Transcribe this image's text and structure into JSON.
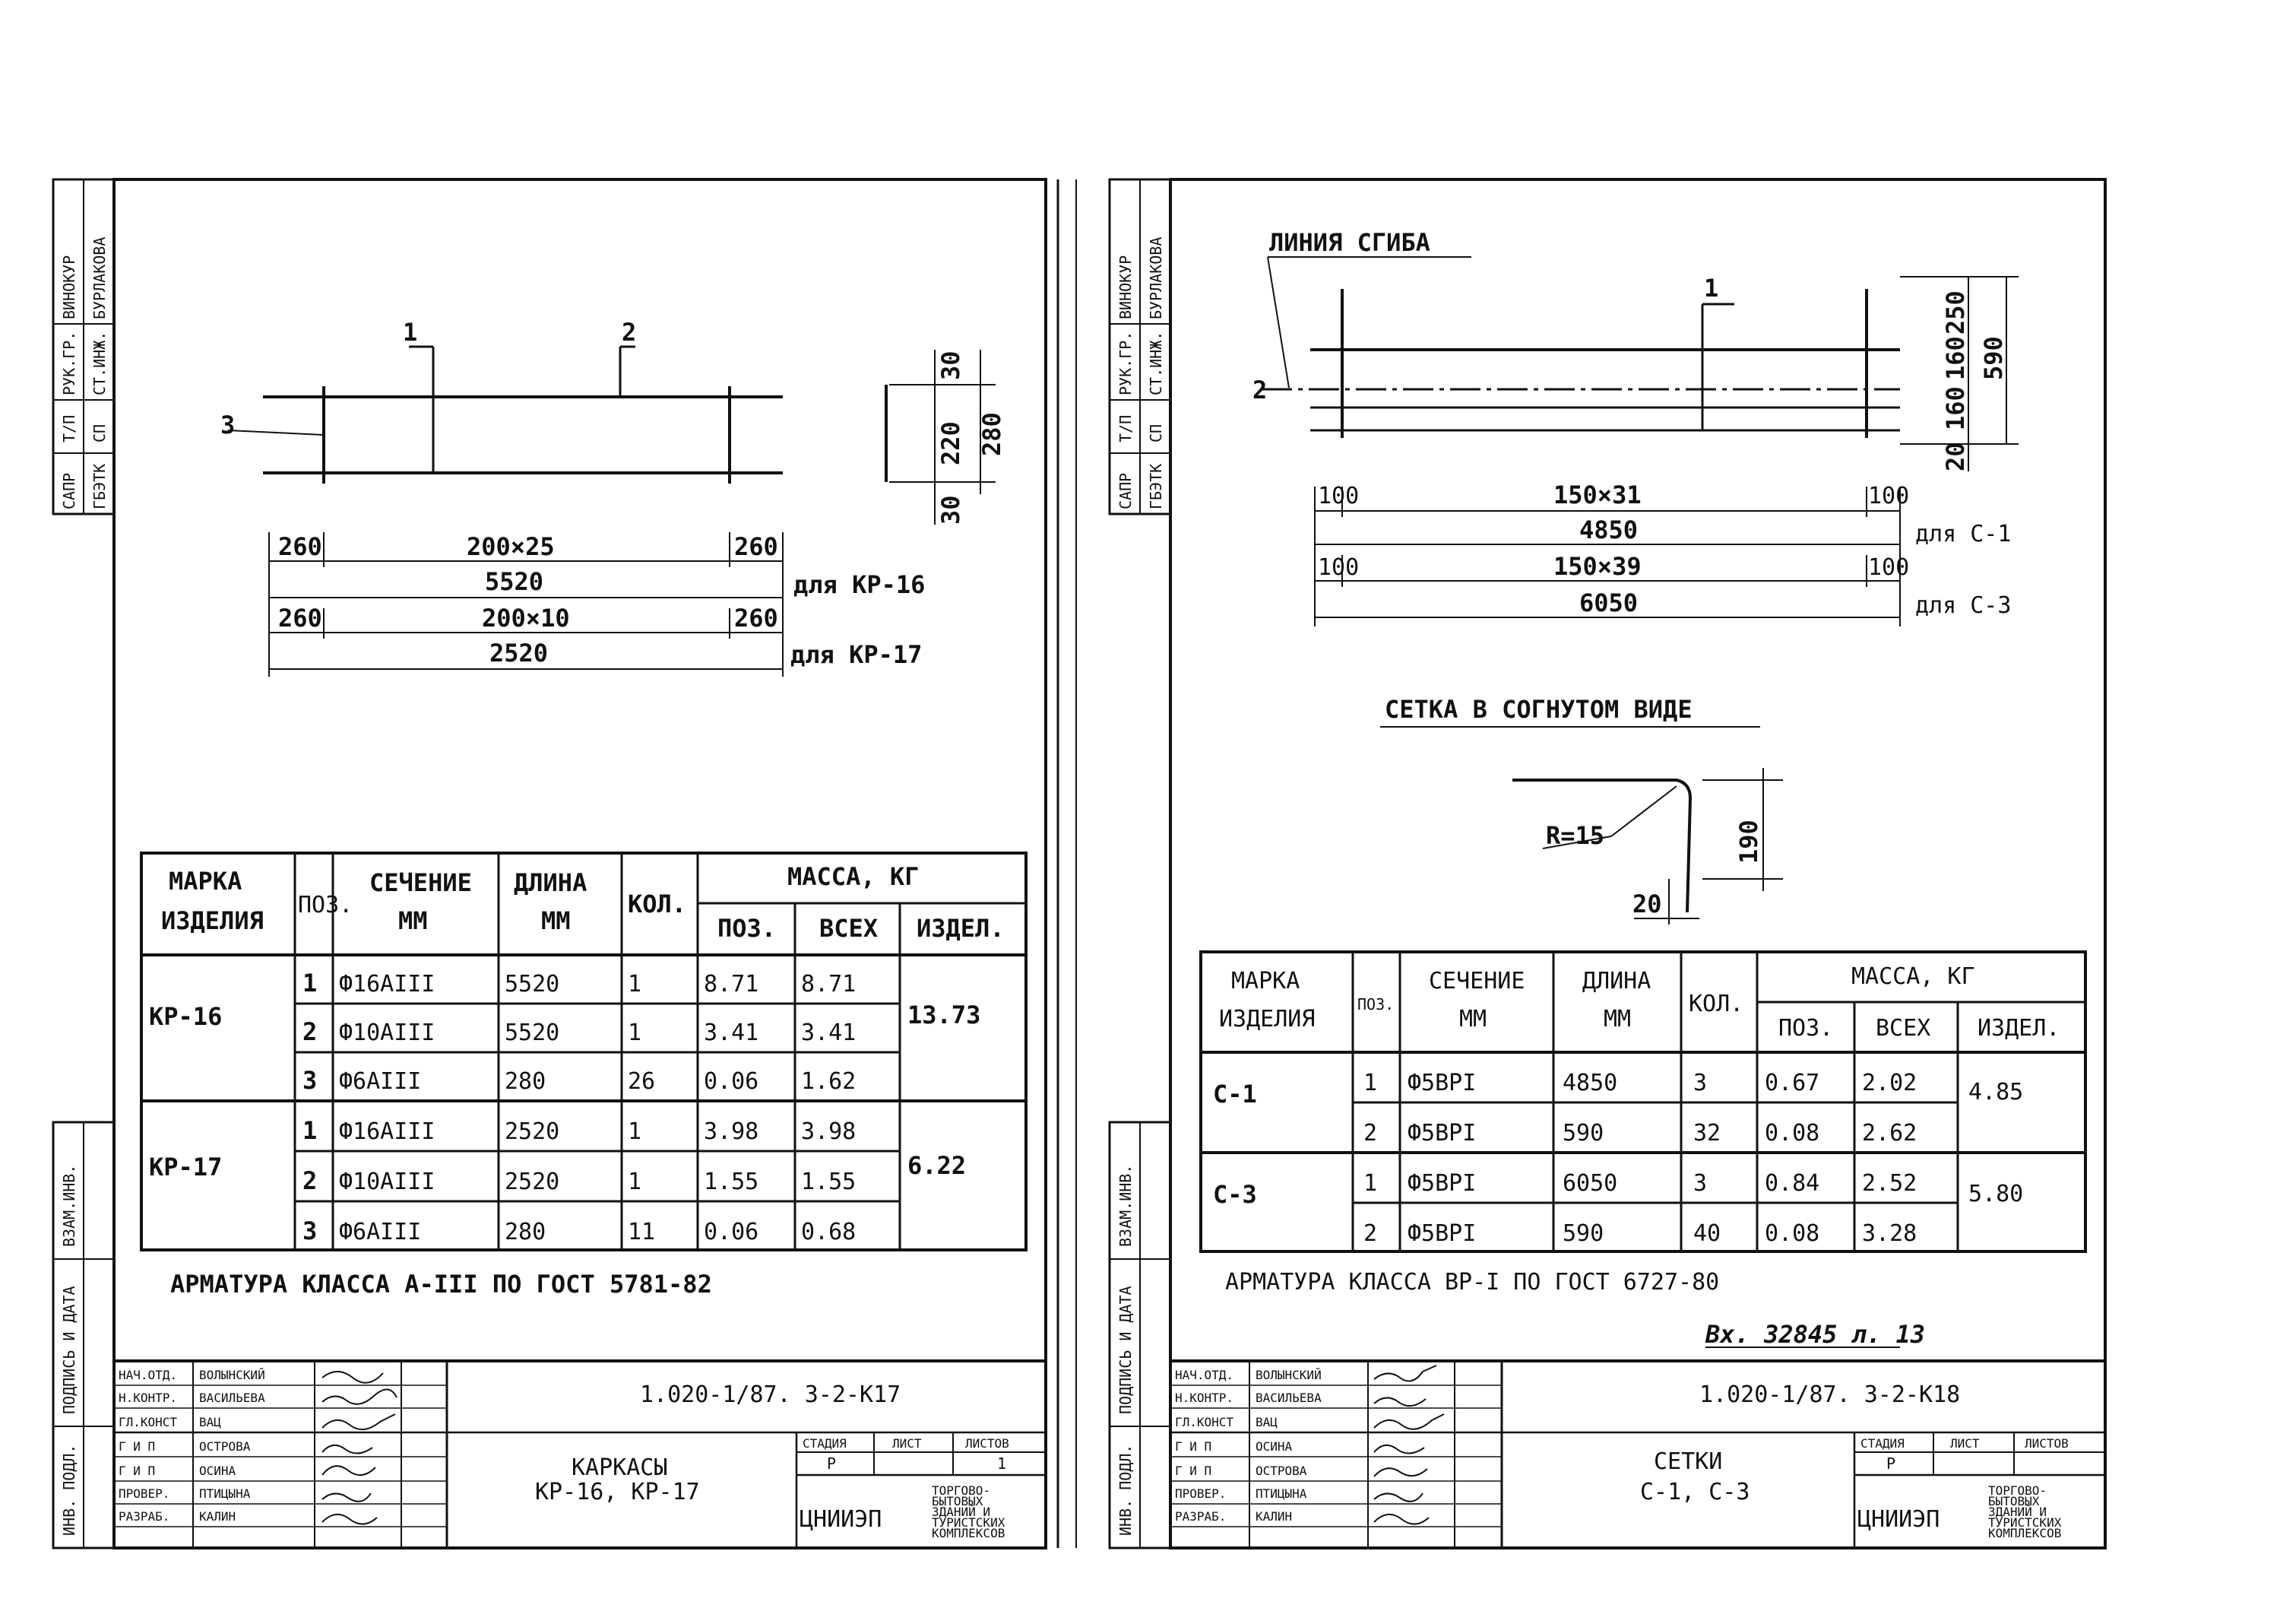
{
  "sheets": [
    {
      "dims": {
        "row1": [
          "260",
          "200×25",
          "260"
        ],
        "total1": "5520",
        "note1": "для КР-16",
        "row2": [
          "260",
          "200×10",
          "260"
        ],
        "total2": "2520",
        "note2": "для КР-17",
        "leaders": [
          "1",
          "2",
          "3"
        ],
        "section_dims": [
          "30",
          "220",
          "30",
          "280"
        ]
      },
      "table": {
        "headers": [
          "МАРКА ИЗДЕЛИЯ",
          "ПОЗ.",
          "СЕЧЕНИЕ ММ",
          "ДЛИНА ММ",
          "КОЛ.",
          "МАССА, КГ",
          "ПОЗ.",
          "ВСЕХ",
          "ИЗДЕЛ."
        ],
        "groups": [
          {
            "mark": "КР-16",
            "total": "13.73",
            "rows": [
              [
                "1",
                "Ф16АIII",
                "5520",
                "1",
                "8.71",
                "8.71"
              ],
              [
                "2",
                "Ф10АIII",
                "5520",
                "1",
                "3.41",
                "3.41"
              ],
              [
                "3",
                "Ф6АIII",
                "280",
                "26",
                "0.06",
                "1.62"
              ]
            ]
          },
          {
            "mark": "КР-17",
            "total": "6.22",
            "rows": [
              [
                "1",
                "Ф16АIII",
                "2520",
                "1",
                "3.98",
                "3.98"
              ],
              [
                "2",
                "Ф10АIII",
                "2520",
                "1",
                "1.55",
                "1.55"
              ],
              [
                "3",
                "Ф6АIII",
                "280",
                "11",
                "0.06",
                "0.68"
              ]
            ]
          }
        ]
      },
      "note": "АРМАТУРА КЛАССА А-III ПО ГОСТ 5781-82",
      "title_block": {
        "code": "1.020-1/87. 3-2-К17",
        "title": [
          "КАРКАСЫ",
          "КР-16, КР-17"
        ],
        "stage_labels": [
          "СТАДИЯ",
          "ЛИСТ",
          "ЛИСТОВ"
        ],
        "stage_values": [
          "Р",
          "",
          "1"
        ],
        "org": "ЦНИИЭП",
        "org_sub": [
          "ТОРГОВО-",
          "БЫТОВЫХ",
          "ЗДАНИЙ И",
          "ТУРИСТСКИХ",
          "КОМПЛЕКСОВ"
        ],
        "staff": [
          [
            "НАЧ.ОТД.",
            "ВОЛЫНСКИЙ"
          ],
          [
            "Н.КОНТР.",
            "ВАСИЛЬЕВА"
          ],
          [
            "ГЛ.КОНСТ",
            "ВАЦ"
          ],
          [
            "Г И П",
            "ОСТРОВА"
          ],
          [
            "Г И П",
            "ОСИНА"
          ],
          [
            "ПРОВЕР.",
            "ПТИЦЫНА"
          ],
          [
            "РАЗРАБ.",
            "КАЛИН"
          ]
        ]
      }
    },
    {
      "dims": {
        "fold_line": "ЛИНИЯ СГИБА",
        "leaders": [
          "1",
          "2"
        ],
        "row1": [
          "100",
          "150×31",
          "100"
        ],
        "total1": "4850",
        "note1": "для С-1",
        "row2": [
          "100",
          "150×39",
          "100"
        ],
        "total2": "6050",
        "note2": "для С-3",
        "side": [
          "20",
          "160",
          "160",
          "250",
          "590"
        ],
        "bent_title": "СЕТКА В СОГНУТОМ ВИДЕ",
        "bent": [
          "R=15",
          "190",
          "20"
        ],
        "stamp": "Вх. 32845 л. 13"
      },
      "table": {
        "headers": [
          "МАРКА ИЗДЕЛИЯ",
          "ПОЗ.",
          "СЕЧЕНИЕ ММ",
          "ДЛИНА ММ",
          "КОЛ.",
          "МАССА, КГ",
          "ПОЗ.",
          "ВСЕХ",
          "ИЗДЕЛ."
        ],
        "groups": [
          {
            "mark": "С-1",
            "total": "4.85",
            "rows": [
              [
                "1",
                "Ф5ВРI",
                "4850",
                "3",
                "0.67",
                "2.02"
              ],
              [
                "2",
                "Ф5ВРI",
                "590",
                "32",
                "0.08",
                "2.62"
              ]
            ]
          },
          {
            "mark": "С-3",
            "total": "5.80",
            "rows": [
              [
                "1",
                "Ф5ВРI",
                "6050",
                "3",
                "0.84",
                "2.52"
              ],
              [
                "2",
                "Ф5ВРI",
                "590",
                "40",
                "0.08",
                "3.28"
              ]
            ]
          }
        ]
      },
      "note": "АРМАТУРА КЛАССА ВР-I ПО ГОСТ 6727-80",
      "title_block": {
        "code": "1.020-1/87. 3-2-К18",
        "title": [
          "СЕТКИ",
          "С-1, С-3"
        ],
        "stage_labels": [
          "СТАДИЯ",
          "ЛИСТ",
          "ЛИСТОВ"
        ],
        "stage_values": [
          "Р",
          "",
          ""
        ],
        "org": "ЦНИИЭП",
        "org_sub": [
          "ТОРГОВО-",
          "БЫТОВЫХ",
          "ЗДАНИЙ И",
          "ТУРИСТСКИХ",
          "КОМПЛЕКСОВ"
        ],
        "staff": [
          [
            "НАЧ.ОТД.",
            "ВОЛЫНСКИЙ"
          ],
          [
            "Н.КОНТР.",
            "ВАСИЛЬЕВА"
          ],
          [
            "ГЛ.КОНСТ",
            "ВАЦ"
          ],
          [
            "Г И П",
            "ОСИНА"
          ],
          [
            "Г И П",
            "ОСТРОВА"
          ],
          [
            "ПРОВЕР.",
            "ПТИЦЫНА"
          ],
          [
            "РАЗРАБ.",
            "КАЛИН"
          ]
        ]
      }
    }
  ],
  "side_strip": {
    "top": [
      "ВИНОКУР",
      "БУРЛАКОВА",
      "РУК.ГР.",
      "СТ.ИНЖ.",
      "Т/П",
      "СП",
      "САПР",
      "ГБЭТК"
    ],
    "bottom": [
      "ВЗАМ.ИНВ.",
      "ПОДПИСЬ И ДАТА",
      "ИНВ. ПОДЛ."
    ]
  }
}
